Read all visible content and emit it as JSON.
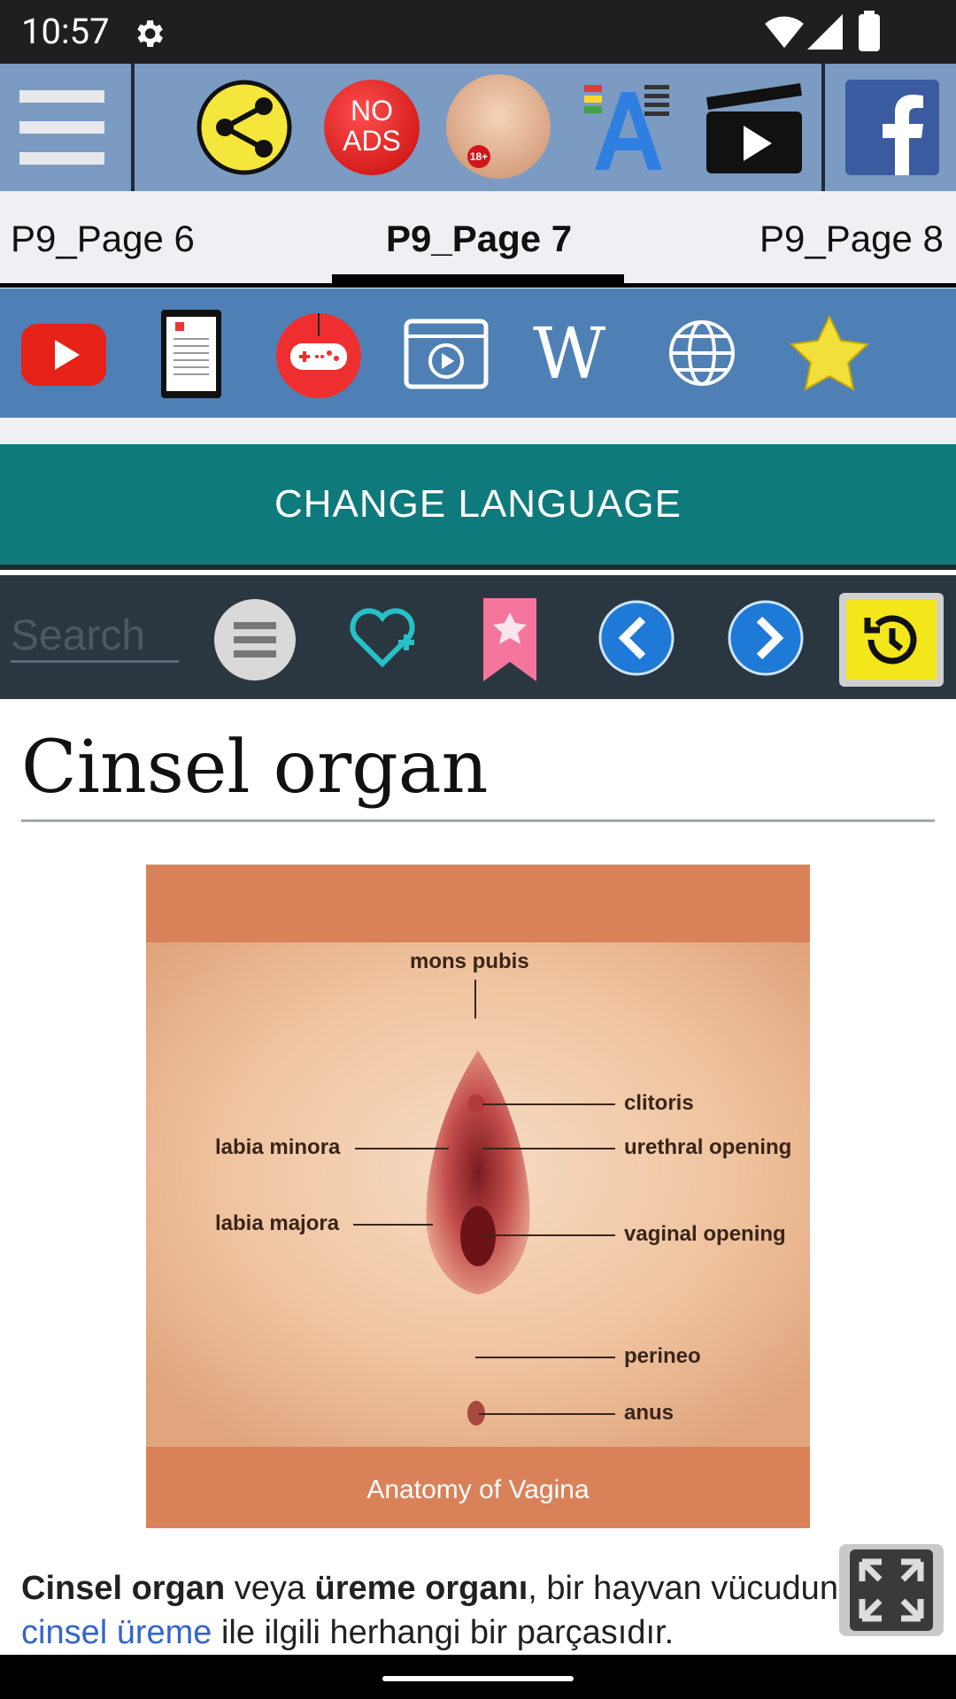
{
  "status_bar": {
    "time": "10:57"
  },
  "toolbar": {
    "no_ads_line1": "NO",
    "no_ads_line2": "ADS",
    "adult_badge": "18+"
  },
  "tabs": [
    {
      "label": "P9_Page 6",
      "active": false
    },
    {
      "label": "P9_Page 7",
      "active": true
    },
    {
      "label": "P9_Page 8",
      "active": false
    }
  ],
  "icon_bar": {
    "wiki_letter": "W"
  },
  "language_button": {
    "label": "CHANGE LANGUAGE"
  },
  "search": {
    "placeholder": "Search"
  },
  "article": {
    "title": "Cinsel organ",
    "figure": {
      "labels": {
        "mons_pubis": "mons pubis",
        "clitoris": "clitoris",
        "labia_minora": "labia minora",
        "urethral_opening": "urethral opening",
        "labia_majora": "labia majora",
        "vaginal_opening": "vaginal opening",
        "perineo": "perineo",
        "anus": "anus"
      },
      "caption": "Anatomy of Vagina"
    },
    "paragraph": {
      "bold1": "Cinsel organ",
      "text1": " veya ",
      "bold2": "üreme organı",
      "text2": ", bir hayvan vücudunun ",
      "link": "cinsel üreme",
      "text3": " ile ilgili herhangi bir parçasıdır."
    }
  },
  "colors": {
    "toolbar_bg": "#7b9bc2",
    "iconbar_bg": "#4f80b5",
    "language_bg": "#0e7a7b",
    "searchbar_bg": "#2a3741",
    "link": "#3366cc"
  }
}
